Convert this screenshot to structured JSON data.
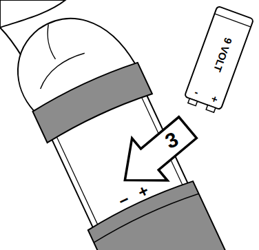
{
  "diagram": {
    "labels": [
      "3",
      "9 VOLT",
      "-",
      "+",
      "−",
      "+"
    ]
  }
}
